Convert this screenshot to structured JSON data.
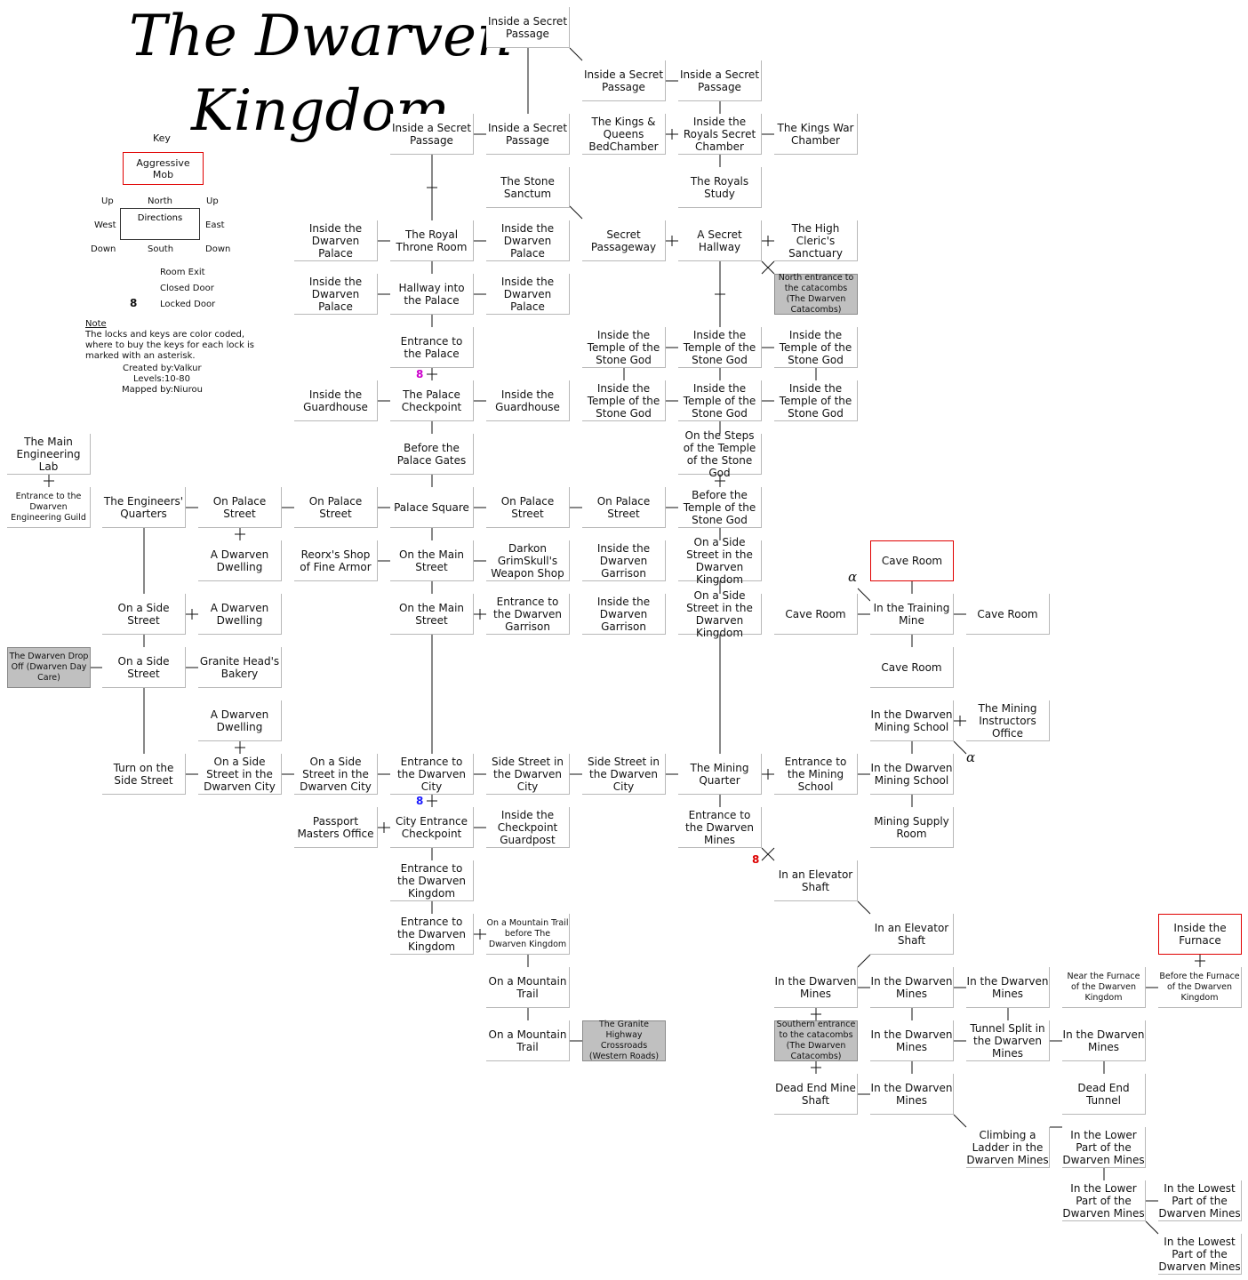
{
  "title": {
    "line1": "The Dwarven",
    "line2": "Kingdom"
  },
  "key": {
    "heading": "Key",
    "aggressive": "Aggressive Mob",
    "up_left": "Up",
    "north": "North",
    "up_right": "Up",
    "west": "West",
    "directions": "Directions",
    "east": "East",
    "down_left": "Down",
    "south": "South",
    "down_right": "Down",
    "room_exit": "Room Exit",
    "closed_door": "Closed Door",
    "locked_door": "Locked Door",
    "note_heading": "Note",
    "note_lines": [
      "The locks and keys are color coded,",
      "where to buy the keys for each lock is",
      "marked with an asterisk."
    ],
    "created_by": "Created by:Valkur",
    "levels": "Levels:10-80",
    "mapped_by": "Mapped by:Niurou"
  },
  "colors": {
    "aggressive_border": "#e00000",
    "gray_room": "#c0c0c0",
    "lock_magenta": "#cc00cc",
    "lock_blue": "#1a1aff",
    "lock_red": "#dd0000"
  },
  "rooms": {
    "sp1": "Inside a Secret Passage",
    "sp2": "Inside a Secret Passage",
    "sp3": "Inside a Secret Passage",
    "sp4": "Inside a Secret Passage",
    "sp5": "Inside a Secret Passage",
    "kingsbed": "The Kings & Queens BedChamber",
    "royalsecret": "Inside the Royals Secret Chamber",
    "kingswar": "The Kings War Chamber",
    "stonesanctum": "The Stone Sanctum",
    "royalstudy": "The Royals Study",
    "palaceW1": "Inside the Dwarven Palace",
    "throne": "The Royal Throne Room",
    "palaceE1": "Inside the Dwarven Palace",
    "secretway": "Secret Passageway",
    "secrethall": "A Secret Hallway",
    "highcleric": "The High Cleric's Sanctuary",
    "palaceW2": "Inside the Dwarven Palace",
    "hallway": "Hallway into the Palace",
    "palaceE2": "Inside the Dwarven Palace",
    "northcata": "North entrance to the catacombs (The Dwarven Catacombs)",
    "entpalace": "Entrance to the Palace",
    "temple1": "Inside the Temple of the Stone God",
    "temple2": "Inside the Temple of the Stone God",
    "temple3": "Inside the Temple of the Stone God",
    "guardW": "Inside the Guardhouse",
    "checkpoint": "The Palace Checkpoint",
    "guardE": "Inside the Guardhouse",
    "temple4": "Inside the Temple of the Stone God",
    "temple5": "Inside the Temple of the Stone God",
    "temple6": "Inside the Temple of the Stone God",
    "englab": "The Main Engineering Lab",
    "palacegates": "Before the Palace Gates",
    "templesteps": "On the Steps of the Temple of the Stone God",
    "engguild": "Entrance to the Dwarven Engineering Guild",
    "engquarters": "The Engineers' Quarters",
    "ps1": "On Palace Street",
    "ps2": "On Palace Street",
    "square": "Palace Square",
    "ps3": "On Palace Street",
    "ps4": "On Palace Street",
    "beforetemple": "Before the Temple of the Stone God",
    "dwelling1": "A Dwarven Dwelling",
    "reorx": "Reorx's Shop of Fine Armor",
    "mainst1": "On the Main Street",
    "darkon": "Darkon GrimSkull's Weapon Shop",
    "garrison1": "Inside the Dwarven Garrison",
    "sidestreet1": "On a Side Street in the Dwarven Kingdom",
    "caveN": "Cave Room",
    "sideW1": "On a Side Street",
    "dwelling2": "A Dwarven Dwelling",
    "mainst2": "On the Main Street",
    "entgarrison": "Entrance to the Dwarven Garrison",
    "garrison2": "Inside the Dwarven Garrison",
    "sidestreet2": "On a Side Street in the Dwarven Kingdom",
    "caveW": "Cave Room",
    "trainingmine": "In the Training Mine",
    "caveE": "Cave Room",
    "dropoff": "The Dwarven Drop Off (Dwarven Day Care)",
    "sideW2": "On a Side Street",
    "bakery": "Granite Head's Bakery",
    "caveS": "Cave Room",
    "dwelling3": "A Dwarven Dwelling",
    "school1": "In the Dwarven Mining School",
    "instructors": "The Mining Instructors Office",
    "turnside": "Turn on the Side Street",
    "sidecity1": "On a Side Street in the Dwarven City",
    "sidecity2": "On a Side Street in the Dwarven City",
    "entcity": "Entrance to the Dwarven City",
    "sidestcity1": "Side Street in the Dwarven City",
    "sidestcity2": "Side Street in the Dwarven City",
    "miningquarter": "The Mining Quarter",
    "entschool": "Entrance to the Mining School",
    "school2": "In the Dwarven Mining School",
    "passport": "Passport Masters Office",
    "cityentcheck": "City Entrance Checkpoint",
    "checkguard": "Inside the Checkpoint Guardpost",
    "entmines": "Entrance to the Dwarven Mines",
    "miningsupply": "Mining Supply Room",
    "entkingdom1": "Entrance to the Dwarven Kingdom",
    "elevator1": "In an Elevator Shaft",
    "entkingdom2": "Entrance to the Dwarven Kingdom",
    "mtntrail1": "On a Mountain Trail before The Dwarven Kingdom",
    "elevator2": "In an Elevator Shaft",
    "furnace": "Inside the Furnace",
    "mtntrail2": "On a Mountain Trail",
    "mines1": "In the Dwarven Mines",
    "mines2": "In the Dwarven Mines",
    "mines3": "In the Dwarven Mines",
    "nearfurnace": "Near the Furnace of the Dwarven Kingdom",
    "beforefurnace": "Before the Furnace of the Dwarven Kingdom",
    "mtntrail3": "On a Mountain Trail",
    "granitehwy": "The Granite Highway Crossroads (Western Roads)",
    "southcata": "Southern entrance to the catacombs (The Dwarven Catacombs)",
    "mines4": "In the Dwarven Mines",
    "tunnelsplit": "Tunnel Split in the Dwarven Mines",
    "mines5": "In the Dwarven Mines",
    "deadendshaft": "Dead End Mine Shaft",
    "mines6": "In the Dwarven Mines",
    "deadendtunnel": "Dead End Tunnel",
    "ladder": "Climbing a Ladder in the Dwarven Mines",
    "lower1": "In the Lower Part of the Dwarven Mines",
    "lower2": "In the Lower Part of the Dwarven Mines",
    "lowest1": "In the Lowest Part of the Dwarven Mines",
    "lowest2": "In the Lowest Part of the Dwarven Mines"
  },
  "symbols": {
    "lock": "8",
    "asterisk_single": "*",
    "asterisk_double": "**",
    "alpha": "α"
  }
}
